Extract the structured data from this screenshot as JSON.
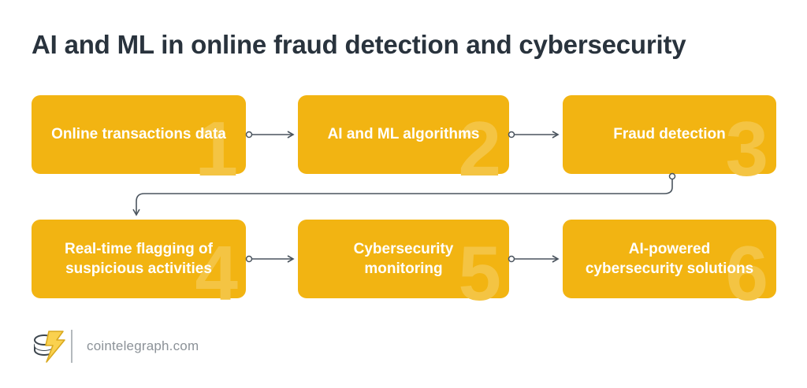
{
  "title": "AI and ML in online fraud detection and cybersecurity",
  "colors": {
    "background": "#ffffff",
    "title": "#29333D",
    "box_fill": "#F2B412",
    "box_text": "#FFFFFF",
    "watermark": "#F4C443",
    "arrow": "#4A545E",
    "footer_text": "#8C9298",
    "divider": "#B4B9BD",
    "logo_coin_stroke": "#3C454D",
    "logo_bolt_fill": "#FAD14F",
    "logo_bolt_stroke": "#D9A91F"
  },
  "flow": {
    "boxes": [
      {
        "number": "1",
        "label": "Online transactions data"
      },
      {
        "number": "2",
        "label": "AI and ML algorithms"
      },
      {
        "number": "3",
        "label": "Fraud detection"
      },
      {
        "number": "4",
        "label": "Real-time flagging of suspicious activities"
      },
      {
        "number": "5",
        "label": "Cybersecurity monitoring"
      },
      {
        "number": "6",
        "label": "AI-powered cybersecurity solutions"
      }
    ],
    "connections": [
      {
        "from": "1",
        "to": "2",
        "shape": "straight"
      },
      {
        "from": "2",
        "to": "3",
        "shape": "straight"
      },
      {
        "from": "3",
        "to": "4",
        "shape": "elbow"
      },
      {
        "from": "4",
        "to": "5",
        "shape": "straight"
      },
      {
        "from": "5",
        "to": "6",
        "shape": "straight"
      }
    ]
  },
  "footer": {
    "logo_icon": "cointelegraph-coin-stack-bolt-icon",
    "site": "cointelegraph.com"
  }
}
